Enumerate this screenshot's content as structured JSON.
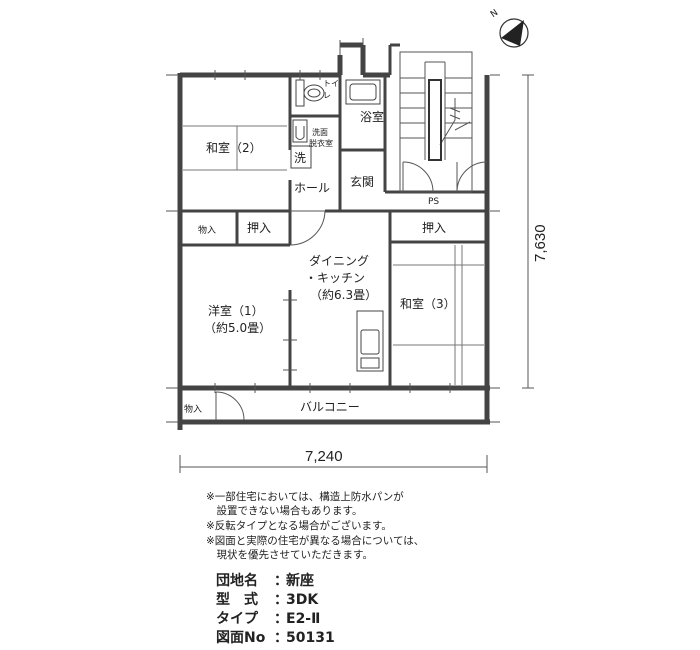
{
  "rooms": {
    "washitsu2": "和室（2）",
    "youshitsu1_name": "洋室（1）",
    "youshitsu1_size": "（約5.0畳）",
    "dk_name_1": "ダイニング",
    "dk_name_2": "・キッチン",
    "dk_size": "（約6.3畳）",
    "washitsu3": "和室（3）",
    "toilet_1": "トイ",
    "toilet_2": "レ",
    "bath": "浴室",
    "washroom_1": "洗面",
    "washroom_2": "脱衣室",
    "washer": "洗",
    "hall": "ホール",
    "entrance": "玄関",
    "ps": "PS",
    "oshiire_left": "押入",
    "oshiire_right": "押入",
    "monoire_left": "物入",
    "monoire_balcony": "物入",
    "balcony": "バルコニー"
  },
  "dimensions": {
    "height": "7,630",
    "width": "7,240"
  },
  "compass": "N",
  "notes": [
    "※一部住宅においては、構造上防水パンが",
    "　設置できない場合もあります。",
    "※反転タイプとなる場合がございます。",
    "※図面と実際の住宅が異なる場合については、",
    "　現状を優先させていただきます。"
  ],
  "info": {
    "danchi_label": "団地名",
    "danchi_value": "新座",
    "kata_label": "型　式",
    "kata_value": "3DK",
    "type_label": "タイプ",
    "type_value": "E2-Ⅱ",
    "zumen_label": "図面No",
    "zumen_value": "50131",
    "sep": "："
  }
}
